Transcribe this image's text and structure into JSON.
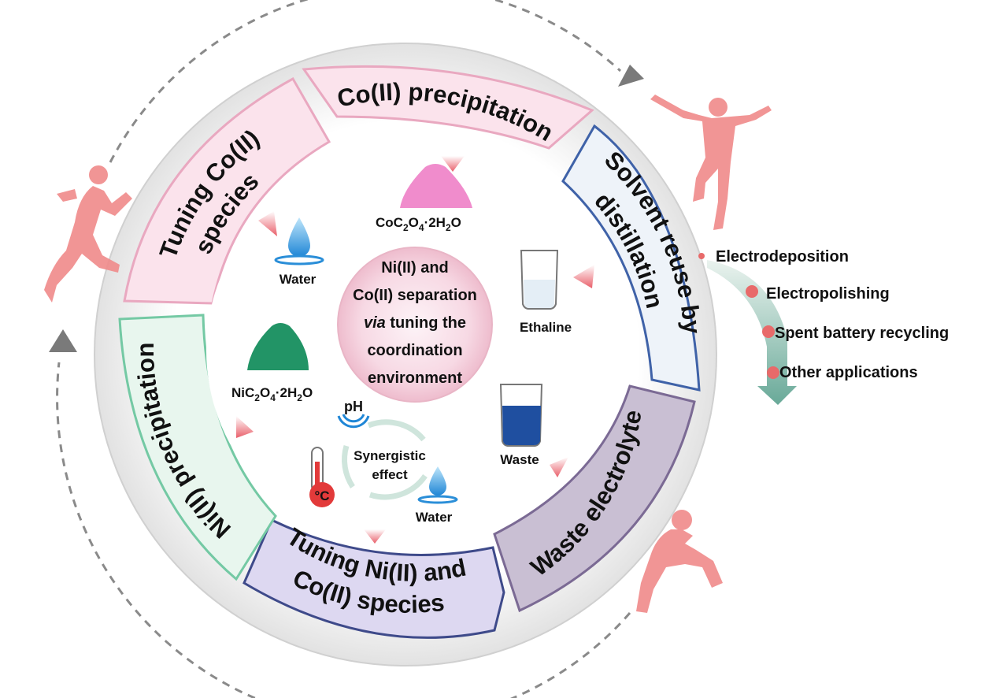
{
  "segments": {
    "co_precipitation": "Co(II) precipitation",
    "solvent_reuse_line1": "Solvent reuse by",
    "solvent_reuse_line2": "distillation",
    "waste_electrolyte": "Waste electrolyte",
    "tuning_ni_co_line1": "Tuning Ni(II) and",
    "tuning_ni_co_line2": "Co(II) species",
    "ni_precipitation": "Ni(II) precipitation",
    "tuning_co_line1": "Tuning Co(II)",
    "tuning_co_line2": "species"
  },
  "center": {
    "line1": "Ni(II) and",
    "line2": "Co(II) separation",
    "line3_italic": "via",
    "line3_rest": " tuning the",
    "line4": "coordination",
    "line5": "environment"
  },
  "items": {
    "coc2o4_prefix": "CoC",
    "coc2o4_mid1": "O",
    "coc2o4_mid2": "·2H",
    "coc2o4_end": "O",
    "nic2o4_prefix": "NiC",
    "nic2o4_mid1": "O",
    "nic2o4_mid2": "·2H",
    "nic2o4_end": "O",
    "sub2": "2",
    "sub4": "4",
    "water_top": "Water",
    "water_bottom": "Water",
    "ethaline": "Ethaline",
    "waste": "Waste",
    "synergistic_line1": "Synergistic",
    "synergistic_line2": "effect",
    "ph": "pH",
    "celsius": "°C"
  },
  "applications": [
    "Electrodeposition",
    "Electropolishing",
    "Spent battery recycling",
    "Other applications"
  ],
  "colors": {
    "pink_segment": "#fbe3ec",
    "pink_border": "#e9a8c0",
    "blue_segment": "#eef3f9",
    "blue_border": "#3f62a8",
    "purple_segment": "#c9bfd3",
    "purple_border": "#7b6a94",
    "lavender_segment": "#ddd8f1",
    "lavender_border": "#3e4a8a",
    "green_segment": "#e8f6ee",
    "green_border": "#74c9a4",
    "runner": "#f08a8a",
    "cobalt_oxalate": "#f08ccc",
    "nickel_oxalate": "#229466",
    "waste_liquid": "#1f4fa0"
  }
}
